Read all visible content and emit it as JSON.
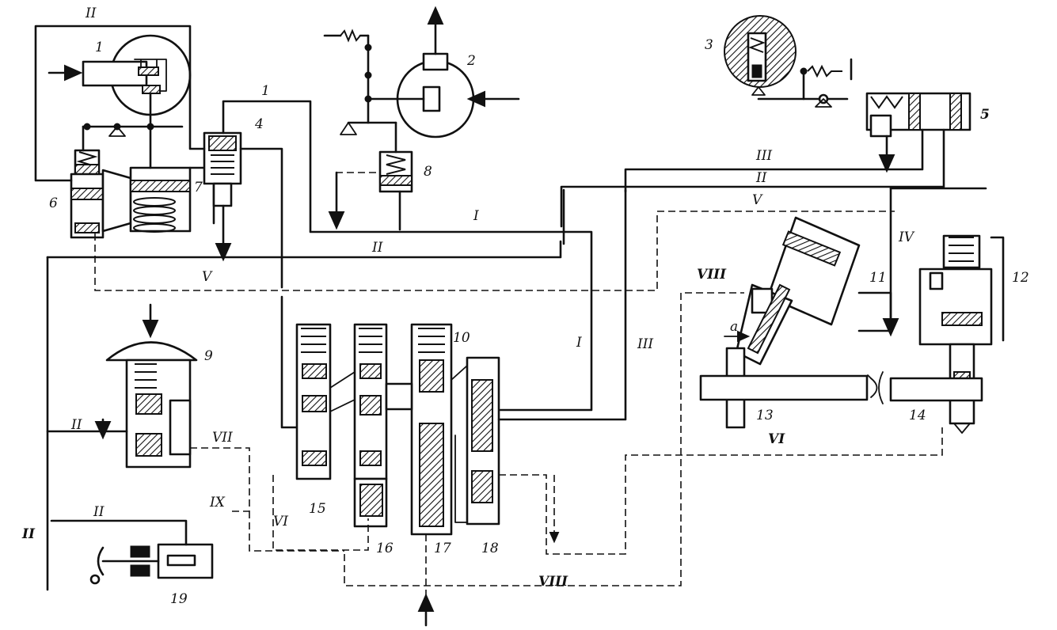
{
  "labels": {
    "n1": "1",
    "n2": "2",
    "n3": "3",
    "n4": "4",
    "n5": "5",
    "n6": "6",
    "n7": "7",
    "n8": "8",
    "n9": "9",
    "n10": "10",
    "n11": "11",
    "n12": "12",
    "n13": "13",
    "n14": "14",
    "n15": "15",
    "n16": "16",
    "n17": "17",
    "n18": "18",
    "n19": "19",
    "line_1_a": "1",
    "line_1_b": "I",
    "line_1_c": "I",
    "line_II_top": "II",
    "line_II_mid": "II",
    "line_II_right": "II",
    "line_II_9": "II",
    "line_II_19": "II",
    "line_II_left": "II",
    "line_III_top": "III",
    "line_III_mid": "III",
    "line_IV": "IV",
    "line_V_left": "V",
    "line_V_right": "V",
    "line_VI_left": "VI",
    "line_VI_right": "VI",
    "line_VII": "VII",
    "line_VIII_left": "VIII",
    "line_VIII_bottom": "VIII",
    "line_IX": "IX",
    "small_a": "a"
  },
  "colors": {
    "ink": "#111111",
    "paper": "#ffffff"
  }
}
